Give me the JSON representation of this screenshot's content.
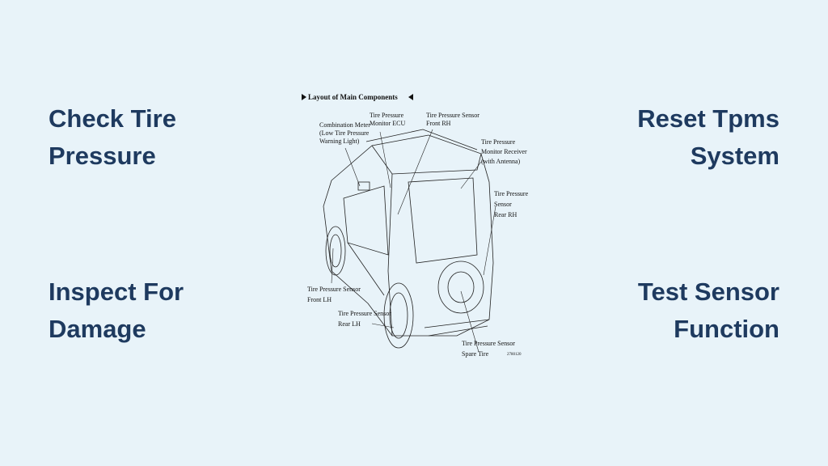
{
  "headings": {
    "top_left": "Check Tire\nPressure",
    "bottom_left": "Inspect For\nDamage",
    "top_right": "Reset Tpms\nSystem",
    "bottom_right": "Test Sensor\nFunction"
  },
  "diagram": {
    "title": "Layout of Main Components",
    "labels": {
      "combination_meter": [
        "Combination Meter",
        "(Low Tire Pressure",
        "Warning Light)"
      ],
      "monitor_ecu": [
        "Tire Pressure",
        "Monitor ECU"
      ],
      "sensor_front_rh": [
        "Tire Pressure  Sensor",
        "Front RH"
      ],
      "monitor_receiver": [
        "Tire Pressure",
        "Monitor Receiver",
        "(with Antenna)"
      ],
      "sensor_rear_rh": [
        "Tire Pressure",
        "Sensor",
        "Rear RH"
      ],
      "sensor_front_lh": [
        "Tire Pressure Sensor",
        "Front LH"
      ],
      "sensor_rear_lh": [
        "Tire Pressure Sensor",
        "Rear LH"
      ],
      "sensor_spare": [
        "Tire Pressure Sensor",
        "Spare Tire"
      ]
    },
    "figure_code": "2780120"
  },
  "colors": {
    "background": "#e8f3f9",
    "heading": "#1e3a5f"
  }
}
